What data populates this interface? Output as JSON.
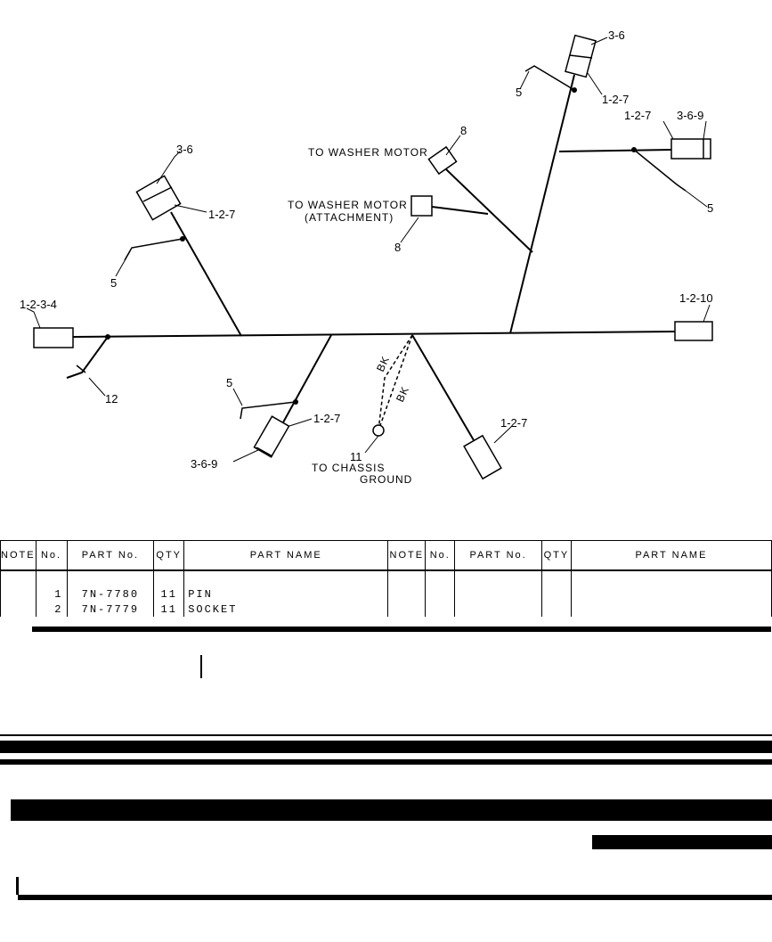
{
  "labels": {
    "c1": "1-2-3-4",
    "c1_branch": "12",
    "c2_top": "3-6",
    "c2_side": "1-2-7",
    "c2_branch": "5",
    "c3_bottom": "3-6-9",
    "c3_side": "1-2-7",
    "c3_branch": "5",
    "ground_num": "11",
    "ground_text1": "TO CHASSIS",
    "ground_text2": "GROUND",
    "bk1": "BK",
    "bk2": "BK",
    "c4_side": "1-2-7",
    "washer1_text": "TO WASHER MOTOR",
    "washer1_num": "8",
    "washer2_text1": "TO WASHER MOTOR",
    "washer2_text2": "(ATTACHMENT)",
    "washer2_num": "8",
    "c5_top": "3-6",
    "c5_side": "1-2-7",
    "c5_branch": "5",
    "c6_left": "1-2-7",
    "c6_right": "3-6-9",
    "c6_branch": "5",
    "c7": "1-2-10"
  },
  "table": {
    "headers": [
      "NOTE",
      "No.",
      "PART No.",
      "QTY",
      "PART NAME",
      "NOTE",
      "No.",
      "PART No.",
      "QTY",
      "PART NAME"
    ],
    "rows": [
      {
        "no": "1",
        "part_no": "7N-7780",
        "qty": "11",
        "name": "PIN"
      },
      {
        "no": "2",
        "part_no": "7N-7779",
        "qty": "11",
        "name": "SOCKET"
      }
    ]
  }
}
